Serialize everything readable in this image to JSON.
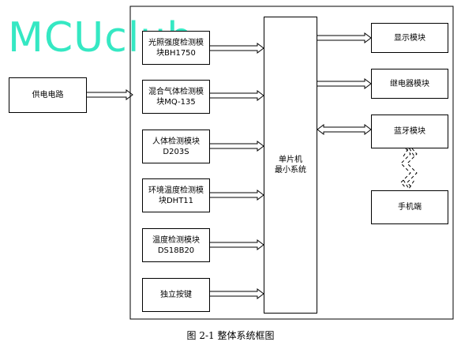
{
  "watermark": "MCUclub",
  "modules": {
    "power": "供电电路",
    "light": [
      "光照强度检测模",
      "块BH1750"
    ],
    "gas": [
      "混合气体检测模",
      "块MQ-135"
    ],
    "human": [
      "人体检测模块",
      "D203S"
    ],
    "env": [
      "环境温度检测模",
      "块DHT11"
    ],
    "temp": [
      "温度检测模块",
      "DS18B20"
    ],
    "button": "独立按键",
    "mcu": [
      "单片机",
      "最小系统"
    ],
    "display": "显示模块",
    "relay": "继电器模块",
    "bluetooth": "蓝牙模块",
    "phone": "手机端"
  },
  "caption": "图 2-1 整体系统框图",
  "colors": {
    "watermark": "#35e8c3",
    "line": "#000000"
  }
}
